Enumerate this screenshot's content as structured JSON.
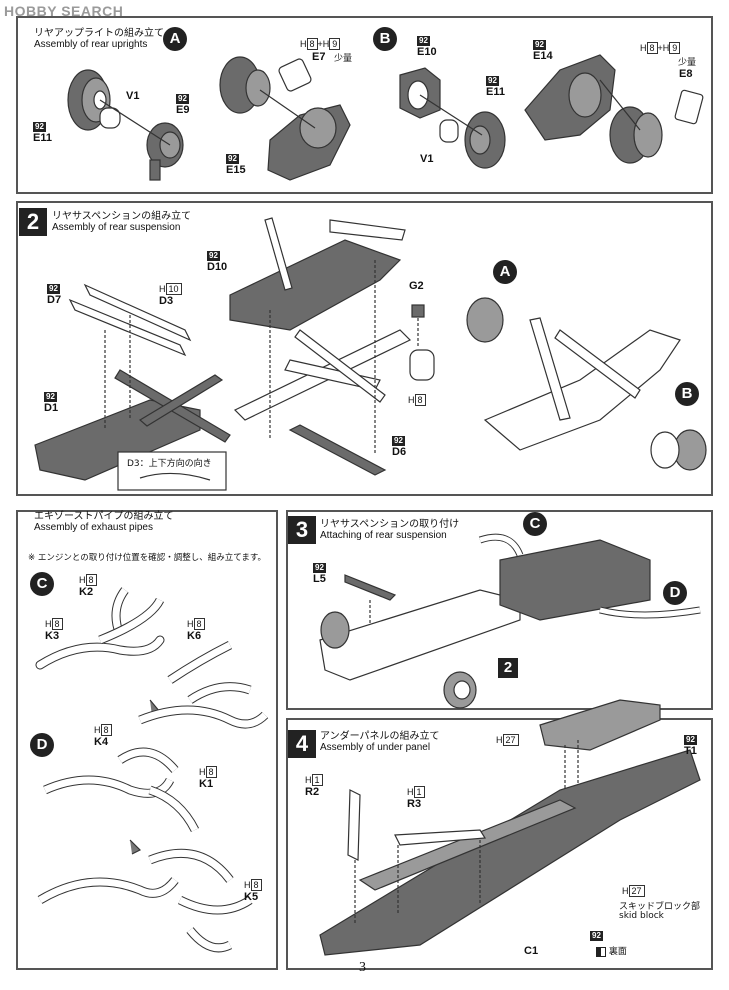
{
  "header": {
    "brand": "HOBBY SEARCH"
  },
  "page_number": "3",
  "panel_rear_uprights": {
    "title_jp": "リヤアップライトの組み立て",
    "title_en": "Assembly of rear uprights",
    "marker_a": "A",
    "marker_b": "B",
    "labels": {
      "v1_a": "V1",
      "e9": "E9",
      "e11_a": "E11",
      "e7": "E7",
      "e15": "E15",
      "e10": "E10",
      "e11_b": "E11",
      "v1_b": "V1",
      "e14": "E14",
      "e8": "E8"
    },
    "glue_a": {
      "h1": "H",
      "n1": "8",
      "plus": "+",
      "h2": "H",
      "n2": "9",
      "amount": "少量"
    },
    "glue_b": {
      "h1": "H",
      "n1": "8",
      "plus": "+",
      "h2": "H",
      "n2": "9",
      "amount": "少量"
    },
    "tag": "92"
  },
  "step2": {
    "number": "2",
    "title_jp": "リヤサスペンションの組み立て",
    "title_en": "Assembly of rear suspension",
    "labels": {
      "d10": "D10",
      "d7": "D7",
      "d3": "D3",
      "d1": "D1",
      "g2": "G2",
      "d6": "D6"
    },
    "glue_d3": {
      "h": "H",
      "n": "10"
    },
    "glue_g2": {
      "h": "H",
      "n": "8"
    },
    "note_d3": "D3：上下方向の向き",
    "marker_a": "A",
    "marker_b": "B",
    "tag": "92"
  },
  "exhaust": {
    "title_jp": "エキゾーストパイプの組み立て",
    "title_en": "Assembly of exhaust pipes",
    "note": "※ エンジンとの取り付け位置を確認・調整し、組み立てます。",
    "marker_c": "C",
    "marker_d": "D",
    "labels": {
      "k2": "K2",
      "k3": "K3",
      "k6": "K6",
      "k4": "K4",
      "k1": "K1",
      "k5": "K5"
    },
    "glue": {
      "h": "H",
      "n": "8"
    }
  },
  "step3": {
    "number": "3",
    "title_jp": "リヤサスペンションの取り付け",
    "title_en": "Attaching of rear suspension",
    "labels": {
      "l5": "L5"
    },
    "marker_c": "C",
    "marker_d": "D",
    "ref_step": "2",
    "tag": "92"
  },
  "step4": {
    "number": "4",
    "title_jp": "アンダーパネルの組み立て",
    "title_en": "Assembly of under panel",
    "labels": {
      "t1": "T1",
      "r2": "R2",
      "r3": "R3",
      "c1": "C1"
    },
    "glue_27a": {
      "h": "H",
      "n": "27"
    },
    "glue_27b": {
      "h": "H",
      "n": "27"
    },
    "glue_r2": {
      "h": "H",
      "n": "1"
    },
    "glue_r3": {
      "h": "H",
      "n": "1"
    },
    "skid_jp": "スキッドブロック部",
    "skid_en": "skid block",
    "reverse_label": "裏面",
    "tag": "92"
  },
  "colors": {
    "part_dark": "#6b6b6b",
    "part_mid": "#9a9a9a",
    "line": "#333333",
    "panel_border": "#555555"
  }
}
